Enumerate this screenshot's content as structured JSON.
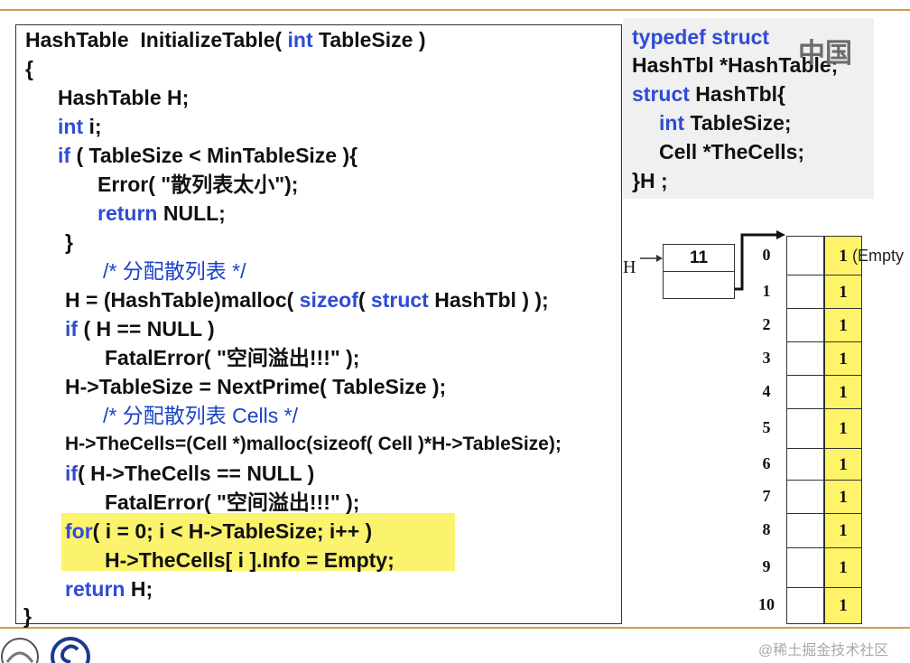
{
  "code": {
    "lines": [
      {
        "parts": [
          {
            "t": "HashTable  InitializeTable( ",
            "k": 0
          },
          {
            "t": "int",
            "k": 1
          },
          {
            "t": " TableSize )",
            "k": 0
          }
        ]
      },
      {
        "parts": [
          {
            "t": "{",
            "k": 0
          }
        ]
      },
      {
        "parts": [
          {
            "t": "HashTable H;",
            "k": 0
          }
        ]
      },
      {
        "parts": [
          {
            "t": "int",
            "k": 1
          },
          {
            "t": " i;",
            "k": 0
          }
        ]
      },
      {
        "parts": [
          {
            "t": "if",
            "k": 1
          },
          {
            "t": " ( TableSize < MinTableSize ){",
            "k": 0
          }
        ]
      },
      {
        "parts": [
          {
            "t": "Error( \"散列表太小\");",
            "k": 0
          }
        ]
      },
      {
        "parts": [
          {
            "t": "return",
            "k": 1
          },
          {
            "t": " NULL;",
            "k": 0
          }
        ]
      },
      {
        "parts": [
          {
            "t": "}",
            "k": 0
          }
        ]
      },
      {
        "parts": [
          {
            "t": "/* 分配散列表 */",
            "k": 2
          }
        ]
      },
      {
        "parts": [
          {
            "t": "H = (HashTable)malloc( ",
            "k": 0
          },
          {
            "t": "sizeof",
            "k": 1
          },
          {
            "t": "( ",
            "k": 0
          },
          {
            "t": "struct",
            "k": 1
          },
          {
            "t": " HashTbl ) );",
            "k": 0
          }
        ]
      },
      {
        "parts": [
          {
            "t": "if",
            "k": 1
          },
          {
            "t": " ( H == NULL )",
            "k": 0
          }
        ]
      },
      {
        "parts": [
          {
            "t": "FatalError( \"空间溢出!!!\" );",
            "k": 0
          }
        ]
      },
      {
        "parts": [
          {
            "t": "H->TableSize = NextPrime( TableSize );",
            "k": 0
          }
        ]
      },
      {
        "parts": [
          {
            "t": "/* 分配散列表 Cells */",
            "k": 2
          }
        ]
      },
      {
        "parts": [
          {
            "t": "H->TheCells=(Cell *)malloc(sizeof( Cell )*H->TableSize);",
            "k": 0
          }
        ]
      },
      {
        "parts": [
          {
            "t": "if",
            "k": 1
          },
          {
            "t": "( H->TheCells == NULL )",
            "k": 0
          }
        ]
      },
      {
        "parts": [
          {
            "t": "FatalError( \"空间溢出!!!\" );",
            "k": 0
          }
        ]
      },
      {
        "parts": [
          {
            "t": "for",
            "k": 1
          },
          {
            "t": "( i = 0; i < H->TableSize; i++ )",
            "k": 0
          }
        ]
      },
      {
        "parts": [
          {
            "t": "H->TheCells[ i ].Info = Empty;",
            "k": 0
          }
        ]
      },
      {
        "parts": [
          {
            "t": "return",
            "k": 1
          },
          {
            "t": " H;",
            "k": 0
          }
        ]
      },
      {
        "parts": [
          {
            "t": "}",
            "k": 0
          }
        ]
      }
    ]
  },
  "typedef_panel": {
    "lines": [
      {
        "parts": [
          {
            "t": "typedef struct",
            "k": 1
          }
        ]
      },
      {
        "parts": [
          {
            "t": "HashTbl *HashTable;",
            "k": 0
          }
        ]
      },
      {
        "parts": [
          {
            "t": "struct",
            "k": 1
          },
          {
            "t": " HashTbl{",
            "k": 0
          }
        ]
      },
      {
        "parts": [
          {
            "t": "int",
            "k": 1
          },
          {
            "t": " TableSize;",
            "k": 0
          }
        ]
      },
      {
        "parts": [
          {
            "t": "Cell *TheCells;",
            "k": 0
          }
        ]
      },
      {
        "parts": [
          {
            "t": "}H ;",
            "k": 0
          }
        ]
      }
    ]
  },
  "logo_text": "中国",
  "diagram": {
    "h_label": "H",
    "table_size_value": "11",
    "indices": [
      "0",
      "1",
      "2",
      "3",
      "4",
      "5",
      "6",
      "7",
      "8",
      "9",
      "10"
    ],
    "info_values": [
      "1",
      "1",
      "1",
      "1",
      "1",
      "1",
      "1",
      "1",
      "1",
      "1",
      "1"
    ],
    "empty_note": "(Empty"
  },
  "watermark": "@稀土掘金技术社区",
  "colors": {
    "keyword": "#2f4bd6",
    "comment": "#1a43c7",
    "highlight": "#fbf36e",
    "cell_fill": "#fff36a",
    "rule": "#c9a04a"
  }
}
